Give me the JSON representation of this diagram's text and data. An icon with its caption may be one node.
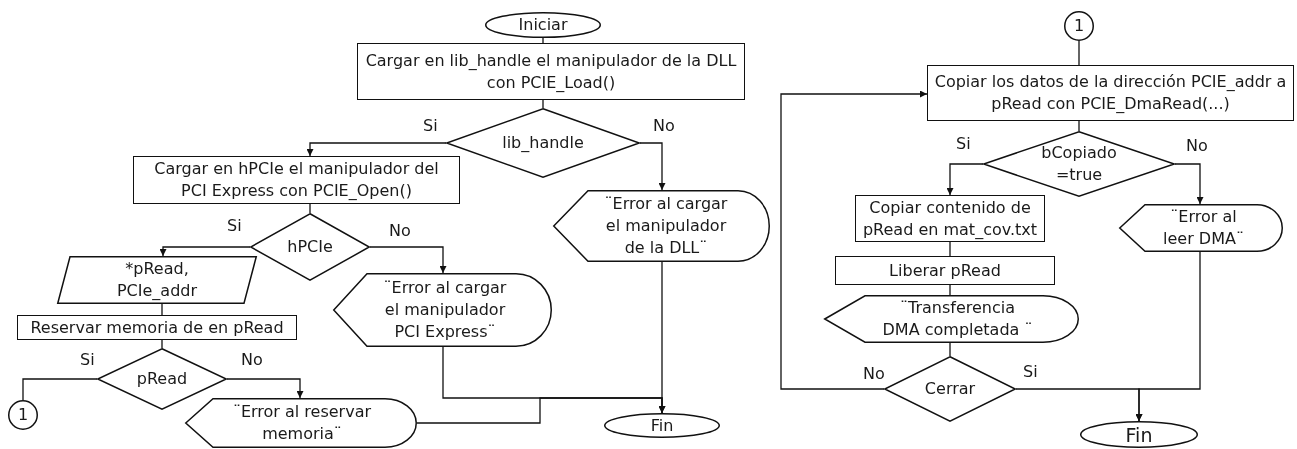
{
  "diagram": {
    "nodes": [
      {
        "text": [
          "Iniciar"
        ]
      },
      {
        "text": [
          "Cargar en lib_handle el manipulador de la DLL con PCIE_Load()"
        ]
      },
      {
        "text": [
          "lib_handle"
        ]
      },
      {
        "text": [
          "Cargar en hPCIe el manipulador del PCI Express con PCIE_Open()"
        ]
      },
      {
        "text": [
          "¨Error al cargar el manipulador de la DLL¨"
        ]
      },
      {
        "text": [
          "hPCIe"
        ]
      },
      {
        "text": [
          "*pRead, PCIe_addr"
        ]
      },
      {
        "text": [
          "¨Error al cargar el manipulador PCI Express¨"
        ]
      },
      {
        "text": [
          "Reservar memoria de en pRead"
        ]
      },
      {
        "text": [
          "pRead"
        ]
      },
      {
        "text": [
          "1"
        ]
      },
      {
        "text": [
          "¨Error al reservar memoria¨"
        ]
      },
      {
        "text": [
          "Fin"
        ]
      },
      {
        "text": [
          "1"
        ]
      },
      {
        "text": [
          "Copiar los datos de la dirección PCIE_addr a pRead con PCIE_DmaRead(...)"
        ]
      },
      {
        "text": [
          "bCopiado =true"
        ]
      },
      {
        "text": [
          "Copiar contenido de pRead en mat_cov.txt"
        ]
      },
      {
        "text": [
          "¨Error al leer DMA¨"
        ]
      },
      {
        "text": [
          "Liberar pRead"
        ]
      },
      {
        "text": [
          "¨Transferencia DMA completada ¨"
        ]
      },
      {
        "text": [
          "Cerrar"
        ]
      },
      {
        "text": [
          "Fin"
        ]
      }
    ],
    "edges": [
      {
        "from": 0,
        "to": 1,
        "arrow": "none"
      },
      {
        "from": 1,
        "to": 2,
        "arrow": "none"
      },
      {
        "from": 2,
        "to": 3,
        "arrow": "to",
        "label": "Si"
      },
      {
        "from": 2,
        "to": 4,
        "arrow": "to",
        "label": "No"
      },
      {
        "from": 3,
        "to": 5,
        "arrow": "none"
      },
      {
        "from": 5,
        "to": 6,
        "arrow": "to",
        "label": "Si"
      },
      {
        "from": 5,
        "to": 7,
        "arrow": "to",
        "label": "No"
      },
      {
        "from": 6,
        "to": 8,
        "arrow": "none"
      },
      {
        "from": 8,
        "to": 9,
        "arrow": "none"
      },
      {
        "from": 9,
        "to": 10,
        "arrow": "none",
        "label": "Si"
      },
      {
        "from": 9,
        "to": 11,
        "arrow": "to",
        "label": "No"
      },
      {
        "from": 7,
        "to": 12,
        "arrow": "to"
      },
      {
        "from": 11,
        "to": 12,
        "arrow": "to"
      },
      {
        "from": 4,
        "to": 12,
        "arrow": "none"
      },
      {
        "from": 13,
        "to": 14,
        "arrow": "none"
      },
      {
        "from": 14,
        "to": 15,
        "arrow": "none"
      },
      {
        "from": 15,
        "to": 16,
        "arrow": "to",
        "label": "Si"
      },
      {
        "from": 15,
        "to": 17,
        "arrow": "to",
        "label": "No"
      },
      {
        "from": 16,
        "to": 18,
        "arrow": "none"
      },
      {
        "from": 18,
        "to": 19,
        "arrow": "none"
      },
      {
        "from": 19,
        "to": 20,
        "arrow": "none"
      },
      {
        "from": 20,
        "to": 14,
        "arrow": "to",
        "label": "No"
      },
      {
        "from": 20,
        "to": 21,
        "arrow": "to",
        "label": "Si"
      },
      {
        "from": 17,
        "to": 21,
        "arrow": "to"
      }
    ]
  }
}
